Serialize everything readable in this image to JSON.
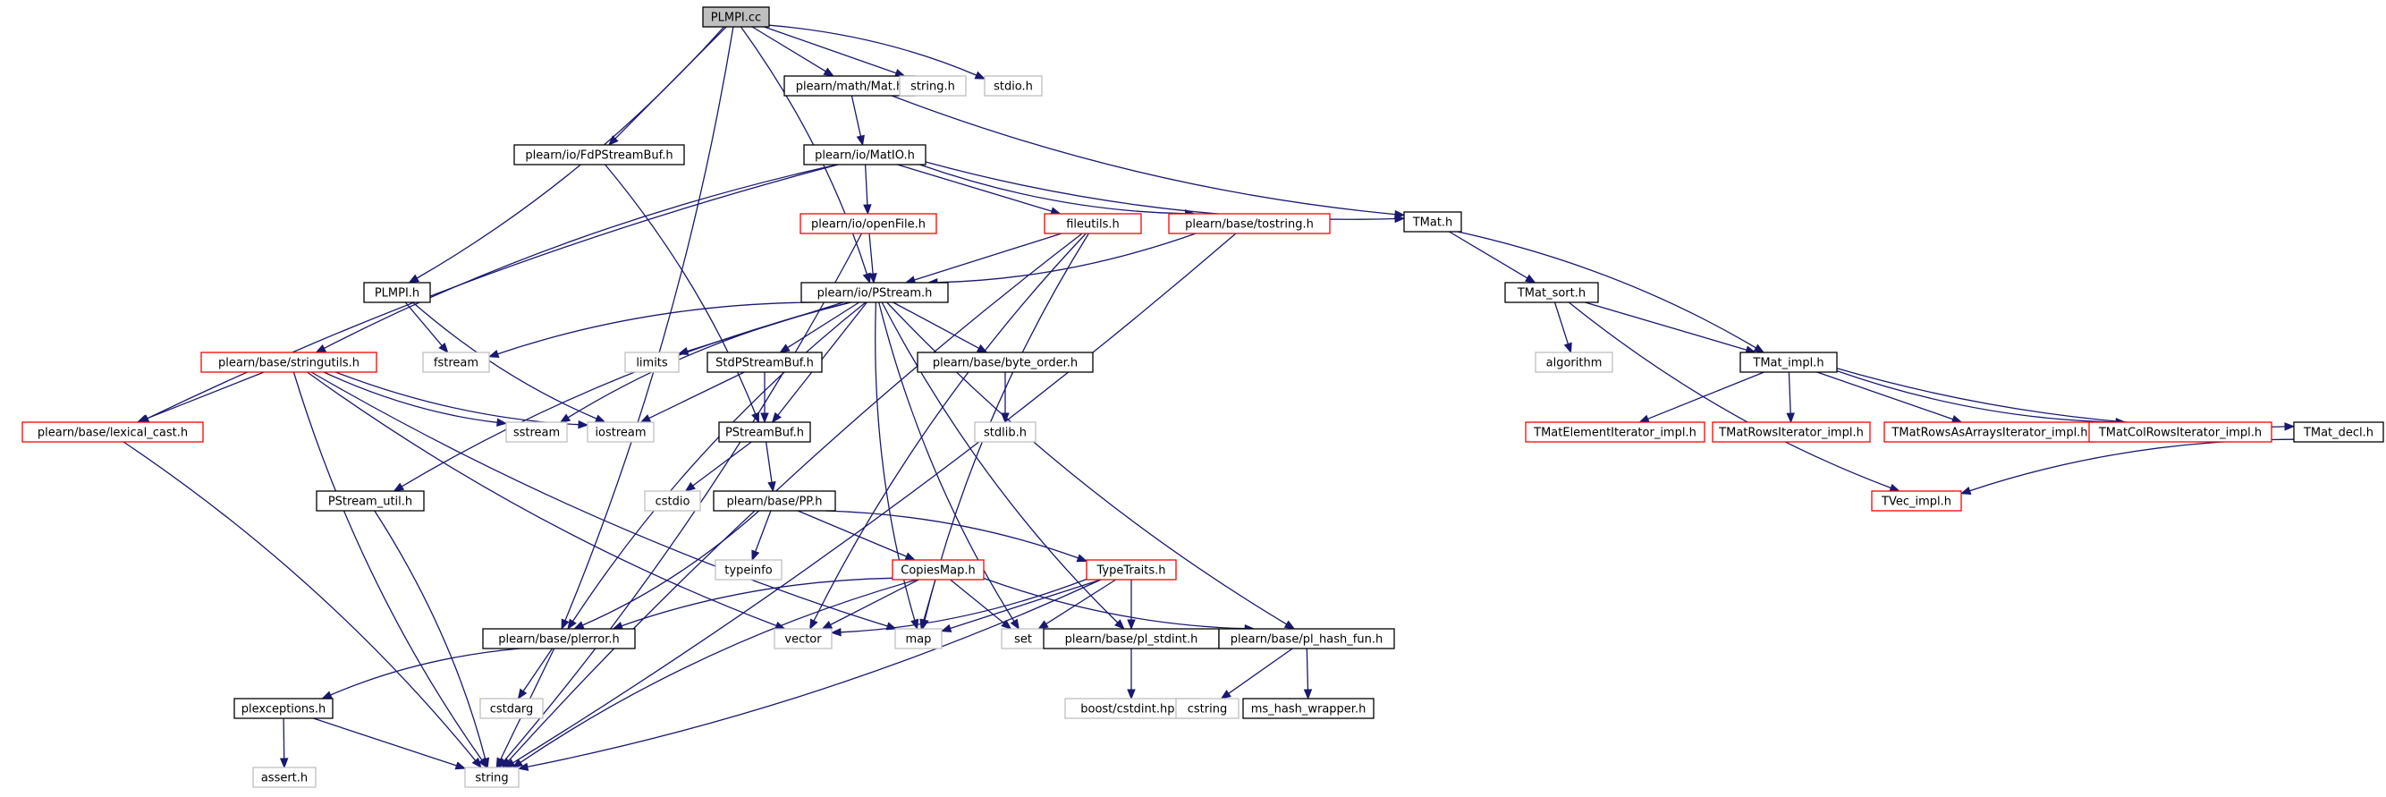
{
  "graph": {
    "colors": {
      "edge": "#191970",
      "root_fill": "#bfbfbf",
      "normal_border": "#000000",
      "truncated_border": "#ff0000",
      "system_border": "#bfbfbf"
    },
    "nodes": [
      {
        "id": "plmpi_cc",
        "label": "PLMPI.cc",
        "kind": "root"
      },
      {
        "id": "mat_h",
        "label": "plearn/math/Mat.h",
        "kind": "normal"
      },
      {
        "id": "string_h",
        "label": "string.h",
        "kind": "system"
      },
      {
        "id": "stdio_h",
        "label": "stdio.h",
        "kind": "system"
      },
      {
        "id": "fdpstreambuf_h",
        "label": "plearn/io/FdPStreamBuf.h",
        "kind": "normal"
      },
      {
        "id": "matio_h",
        "label": "plearn/io/MatIO.h",
        "kind": "normal"
      },
      {
        "id": "tmat_h",
        "label": "TMat.h",
        "kind": "normal"
      },
      {
        "id": "openfile_h",
        "label": "plearn/io/openFile.h",
        "kind": "truncated"
      },
      {
        "id": "fileutils_h",
        "label": "fileutils.h",
        "kind": "truncated"
      },
      {
        "id": "tostring_h",
        "label": "plearn/base/tostring.h",
        "kind": "truncated"
      },
      {
        "id": "pstream_h",
        "label": "plearn/io/PStream.h",
        "kind": "normal"
      },
      {
        "id": "plmpi_h",
        "label": "PLMPI.h",
        "kind": "normal"
      },
      {
        "id": "stringutils_h",
        "label": "plearn/base/stringutils.h",
        "kind": "truncated"
      },
      {
        "id": "fstream",
        "label": "fstream",
        "kind": "system"
      },
      {
        "id": "limits",
        "label": "limits",
        "kind": "system"
      },
      {
        "id": "stdpstreambuf_h",
        "label": "StdPStreamBuf.h",
        "kind": "normal"
      },
      {
        "id": "byte_order_h",
        "label": "plearn/base/byte_order.h",
        "kind": "normal"
      },
      {
        "id": "lexical_cast_h",
        "label": "plearn/base/lexical_cast.h",
        "kind": "truncated"
      },
      {
        "id": "sstream",
        "label": "sstream",
        "kind": "system"
      },
      {
        "id": "iostream",
        "label": "iostream",
        "kind": "system"
      },
      {
        "id": "pstreambuf_h",
        "label": "PStreamBuf.h",
        "kind": "normal"
      },
      {
        "id": "stdlib_h",
        "label": "stdlib.h",
        "kind": "system"
      },
      {
        "id": "tmat_sort_h",
        "label": "TMat_sort.h",
        "kind": "normal"
      },
      {
        "id": "algorithm",
        "label": "algorithm",
        "kind": "system"
      },
      {
        "id": "tmat_impl_h",
        "label": "TMat_impl.h",
        "kind": "normal"
      },
      {
        "id": "tmatelementiterator_h",
        "label": "TMatElementIterator_impl.h",
        "kind": "truncated"
      },
      {
        "id": "tmatrowsiterator_h",
        "label": "TMatRowsIterator_impl.h",
        "kind": "truncated"
      },
      {
        "id": "tmatrowsasarraysiterator_h",
        "label": "TMatRowsAsArraysIterator_impl.h",
        "kind": "truncated"
      },
      {
        "id": "tmatcolrowsiterator_h",
        "label": "TMatColRowsIterator_impl.h",
        "kind": "truncated"
      },
      {
        "id": "tmat_decl_h",
        "label": "TMat_decl.h",
        "kind": "normal"
      },
      {
        "id": "tvec_impl_h",
        "label": "TVec_impl.h",
        "kind": "truncated"
      },
      {
        "id": "cstdio",
        "label": "cstdio",
        "kind": "system"
      },
      {
        "id": "pp_h",
        "label": "plearn/base/PP.h",
        "kind": "normal"
      },
      {
        "id": "pstream_util_h",
        "label": "PStream_util.h",
        "kind": "normal"
      },
      {
        "id": "typeinfo",
        "label": "typeinfo",
        "kind": "system"
      },
      {
        "id": "copiesmap_h",
        "label": "CopiesMap.h",
        "kind": "truncated"
      },
      {
        "id": "typetraits_h",
        "label": "TypeTraits.h",
        "kind": "truncated"
      },
      {
        "id": "plerror_h",
        "label": "plearn/base/plerror.h",
        "kind": "normal"
      },
      {
        "id": "vector",
        "label": "vector",
        "kind": "system"
      },
      {
        "id": "map",
        "label": "map",
        "kind": "system"
      },
      {
        "id": "set",
        "label": "set",
        "kind": "system"
      },
      {
        "id": "pl_stdint_h",
        "label": "plearn/base/pl_stdint.h",
        "kind": "normal"
      },
      {
        "id": "pl_hash_fun_h",
        "label": "plearn/base/pl_hash_fun.h",
        "kind": "normal"
      },
      {
        "id": "plexceptions_h",
        "label": "plexceptions.h",
        "kind": "normal"
      },
      {
        "id": "cstdarg",
        "label": "cstdarg",
        "kind": "system"
      },
      {
        "id": "boost_cstdint",
        "label": "boost/cstdint.hpp",
        "kind": "system"
      },
      {
        "id": "cstring",
        "label": "cstring",
        "kind": "system"
      },
      {
        "id": "ms_hash_wrapper_h",
        "label": "ms_hash_wrapper.h",
        "kind": "normal"
      },
      {
        "id": "assert_h",
        "label": "assert.h",
        "kind": "system"
      },
      {
        "id": "string",
        "label": "string",
        "kind": "system"
      }
    ],
    "edges": [
      [
        "plmpi_cc",
        "mat_h"
      ],
      [
        "plmpi_cc",
        "string_h"
      ],
      [
        "plmpi_cc",
        "stdio_h"
      ],
      [
        "plmpi_cc",
        "fdpstreambuf_h"
      ],
      [
        "plmpi_cc",
        "pstream_h"
      ],
      [
        "plmpi_cc",
        "plmpi_h"
      ],
      [
        "plmpi_cc",
        "plerror_h"
      ],
      [
        "mat_h",
        "matio_h"
      ],
      [
        "mat_h",
        "tmat_h"
      ],
      [
        "fdpstreambuf_h",
        "pstreambuf_h"
      ],
      [
        "matio_h",
        "openfile_h"
      ],
      [
        "matio_h",
        "fileutils_h"
      ],
      [
        "matio_h",
        "tostring_h"
      ],
      [
        "matio_h",
        "tmat_h"
      ],
      [
        "matio_h",
        "stringutils_h"
      ],
      [
        "matio_h",
        "lexical_cast_h"
      ],
      [
        "openfile_h",
        "pstream_h"
      ],
      [
        "openfile_h",
        "string"
      ],
      [
        "fileutils_h",
        "pstream_h"
      ],
      [
        "fileutils_h",
        "vector"
      ],
      [
        "fileutils_h",
        "map"
      ],
      [
        "fileutils_h",
        "string"
      ],
      [
        "tostring_h",
        "pstream_h"
      ],
      [
        "tostring_h",
        "string"
      ],
      [
        "tmat_h",
        "tmat_sort_h"
      ],
      [
        "tmat_h",
        "tmat_impl_h"
      ],
      [
        "tmat_sort_h",
        "algorithm"
      ],
      [
        "tmat_sort_h",
        "tmat_impl_h"
      ],
      [
        "tmat_sort_h",
        "tvec_impl_h"
      ],
      [
        "tmat_impl_h",
        "tmatelementiterator_h"
      ],
      [
        "tmat_impl_h",
        "tmatrowsiterator_h"
      ],
      [
        "tmat_impl_h",
        "tmatrowsasarraysiterator_h"
      ],
      [
        "tmat_impl_h",
        "tmatcolrowsiterator_h"
      ],
      [
        "tmat_impl_h",
        "tmat_decl_h"
      ],
      [
        "tmat_decl_h",
        "tvec_impl_h"
      ],
      [
        "plmpi_h",
        "fstream"
      ],
      [
        "plmpi_h",
        "iostream"
      ],
      [
        "pstream_h",
        "fstream"
      ],
      [
        "pstream_h",
        "limits"
      ],
      [
        "pstream_h",
        "stdpstreambuf_h"
      ],
      [
        "pstream_h",
        "byte_order_h"
      ],
      [
        "pstream_h",
        "sstream"
      ],
      [
        "pstream_h",
        "pstreambuf_h"
      ],
      [
        "pstream_h",
        "pstream_util_h"
      ],
      [
        "pstream_h",
        "plerror_h"
      ],
      [
        "pstream_h",
        "map"
      ],
      [
        "pstream_h",
        "set"
      ],
      [
        "pstream_h",
        "pl_stdint_h"
      ],
      [
        "pstream_h",
        "pl_hash_fun_h"
      ],
      [
        "stdpstreambuf_h",
        "pstreambuf_h"
      ],
      [
        "stdpstreambuf_h",
        "iostream"
      ],
      [
        "byte_order_h",
        "stdlib_h"
      ],
      [
        "stringutils_h",
        "lexical_cast_h"
      ],
      [
        "stringutils_h",
        "sstream"
      ],
      [
        "stringutils_h",
        "iostream"
      ],
      [
        "stringutils_h",
        "vector"
      ],
      [
        "stringutils_h",
        "map"
      ],
      [
        "stringutils_h",
        "string"
      ],
      [
        "lexical_cast_h",
        "string"
      ],
      [
        "pstreambuf_h",
        "cstdio"
      ],
      [
        "pstreambuf_h",
        "pp_h"
      ],
      [
        "pp_h",
        "typeinfo"
      ],
      [
        "pp_h",
        "copiesmap_h"
      ],
      [
        "pp_h",
        "typetraits_h"
      ],
      [
        "pp_h",
        "plerror_h"
      ],
      [
        "pstream_util_h",
        "string"
      ],
      [
        "copiesmap_h",
        "plerror_h"
      ],
      [
        "copiesmap_h",
        "vector"
      ],
      [
        "copiesmap_h",
        "map"
      ],
      [
        "copiesmap_h",
        "set"
      ],
      [
        "copiesmap_h",
        "pl_hash_fun_h"
      ],
      [
        "copiesmap_h",
        "string"
      ],
      [
        "typetraits_h",
        "vector"
      ],
      [
        "typetraits_h",
        "map"
      ],
      [
        "typetraits_h",
        "set"
      ],
      [
        "typetraits_h",
        "pl_stdint_h"
      ],
      [
        "typetraits_h",
        "string"
      ],
      [
        "plerror_h",
        "plexceptions_h"
      ],
      [
        "plerror_h",
        "cstdarg"
      ],
      [
        "plerror_h",
        "string"
      ],
      [
        "plexceptions_h",
        "assert_h"
      ],
      [
        "plexceptions_h",
        "string"
      ],
      [
        "pl_stdint_h",
        "boost_cstdint"
      ],
      [
        "pl_hash_fun_h",
        "cstring"
      ],
      [
        "pl_hash_fun_h",
        "ms_hash_wrapper_h"
      ]
    ]
  }
}
